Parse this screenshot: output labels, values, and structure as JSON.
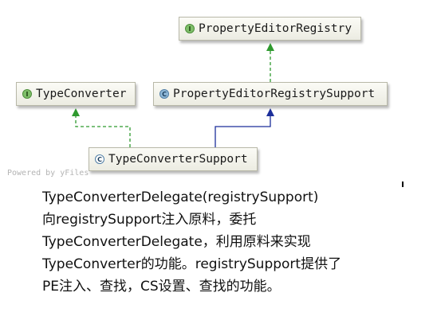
{
  "diagram": {
    "nodes": [
      {
        "id": "registry",
        "kind": "interface",
        "badge": "I",
        "label": "PropertyEditorRegistry"
      },
      {
        "id": "support",
        "kind": "class",
        "badge": "C",
        "label": "PropertyEditorRegistrySupport"
      },
      {
        "id": "converter",
        "kind": "interface",
        "badge": "I",
        "label": "TypeConverter"
      },
      {
        "id": "tcs",
        "kind": "class",
        "badge": "C",
        "label": "TypeConverterSupport"
      }
    ],
    "edges": [
      {
        "from": "support",
        "to": "registry",
        "type": "implements",
        "style": "dashed",
        "color": "#2f9a2f"
      },
      {
        "from": "tcs",
        "to": "converter",
        "type": "implements",
        "style": "dashed",
        "color": "#2f9a2f"
      },
      {
        "from": "tcs",
        "to": "support",
        "type": "extends",
        "style": "solid",
        "color": "#1c2f9a"
      }
    ]
  },
  "watermark": "Powered by yFiles",
  "caption": [
    "TypeConverterDelegate(registrySupport)",
    "向registrySupport注入原料，委托",
    "TypeConverterDelegate，利用原料来实现",
    "TypeConverter的功能。registrySupport提供了",
    "PE注入、查找，CS设置、查找的功能。"
  ],
  "colors": {
    "implements_edge": "#2f9a2f",
    "extends_edge": "#1c2f9a",
    "interface_badge": "#7fbf6a",
    "class_badge": "#8fb8d8"
  }
}
